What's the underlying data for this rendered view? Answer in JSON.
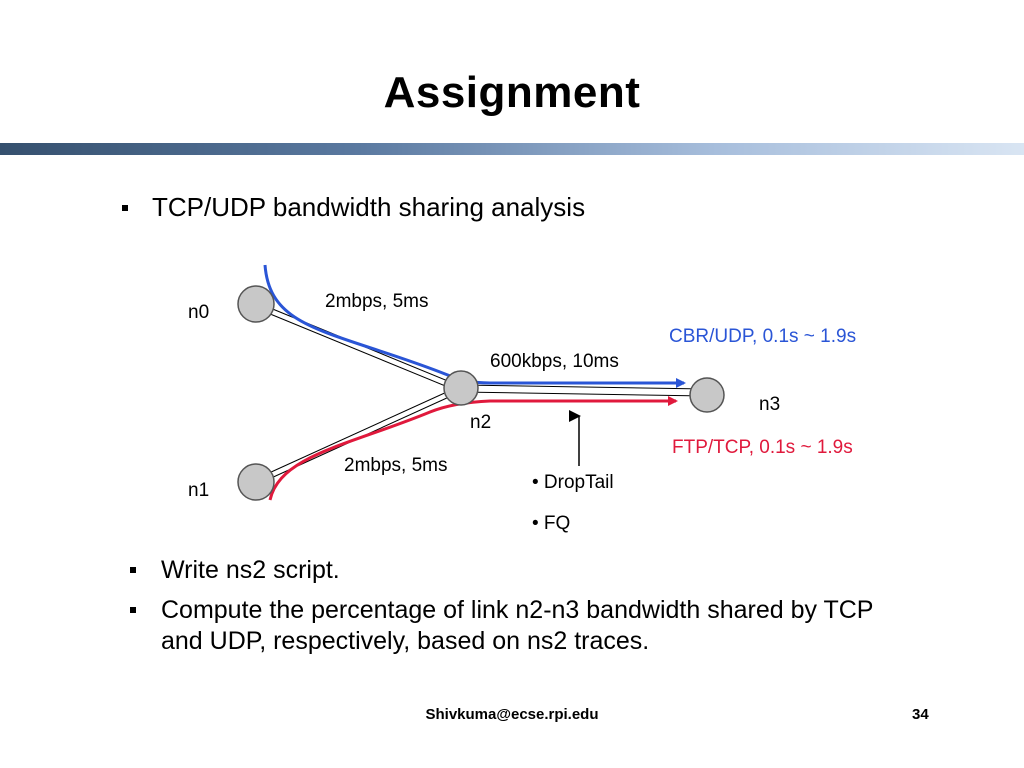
{
  "slide": {
    "title": "Assignment",
    "main_bullet": "TCP/UDP bandwidth sharing analysis",
    "bullets": [
      "Write ns2 script.",
      "Compute the percentage of link n2-n3 bandwidth shared by TCP and UDP, respectively, based on ns2 traces."
    ],
    "footer_email": "Shivkuma@ecse.rpi.edu",
    "page_number": "34"
  },
  "diagram": {
    "nodes": {
      "n0": "n0",
      "n1": "n1",
      "n2": "n2",
      "n3": "n3"
    },
    "links": {
      "n0_n2": "2mbps, 5ms",
      "n1_n2": "2mbps, 5ms",
      "n2_n3": "600kbps, 10ms"
    },
    "flows": {
      "udp": "CBR/UDP, 0.1s ~ 1.9s",
      "tcp": "FTP/TCP, 0.1s ~ 1.9s"
    },
    "queue_options": [
      "• DropTail",
      "• FQ"
    ]
  },
  "colors": {
    "udp_flow": "#2a55d6",
    "tcp_flow": "#e0193c",
    "node_fill": "#c8c8c8"
  }
}
